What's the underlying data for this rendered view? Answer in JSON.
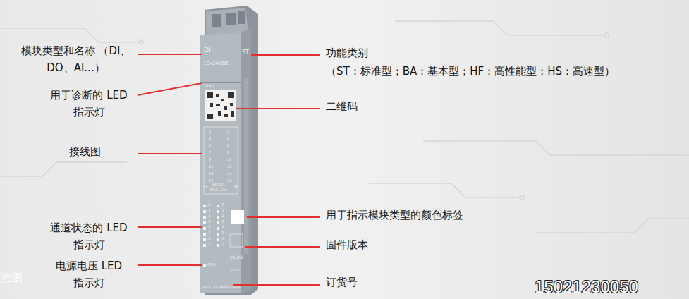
{
  "diagram": {
    "labels": [
      "模块类型和名称 （DI、DO、AI...）",
      "用于诊断的 LED 指示灯",
      "接线图",
      "通道状态的 LED 指示灯",
      "电源电压 LED 指示灯",
      "功能类别",
      "（ST：标准型；BA：基本型；HF：高性能型；HS：高速型）",
      "二维码",
      "用于指示模块类型的颜色标签",
      "固件版本",
      "订货号",
      "15021230050",
      "控图",
      "DI",
      "16x24VDC",
      "ST",
      "DIAG",
      "L+",
      "24VDC",
      "MAX. 10A",
      "M",
      "PWR",
      "V1.0.0",
      "CC00",
      "6ES7131-6BH00-0BA0",
      ".0",
      ".1",
      ".2",
      ".3",
      ".4",
      ".5",
      ".6",
      ".7",
      ".0",
      ".1",
      ".2",
      ".3",
      ".4",
      ".5",
      ".6",
      ".7",
      "1",
      "3",
      "5",
      "7",
      "9",
      "11",
      "13",
      "15",
      "2",
      "4",
      "6",
      "8",
      "10",
      "12",
      "14",
      "16"
    ]
  }
}
